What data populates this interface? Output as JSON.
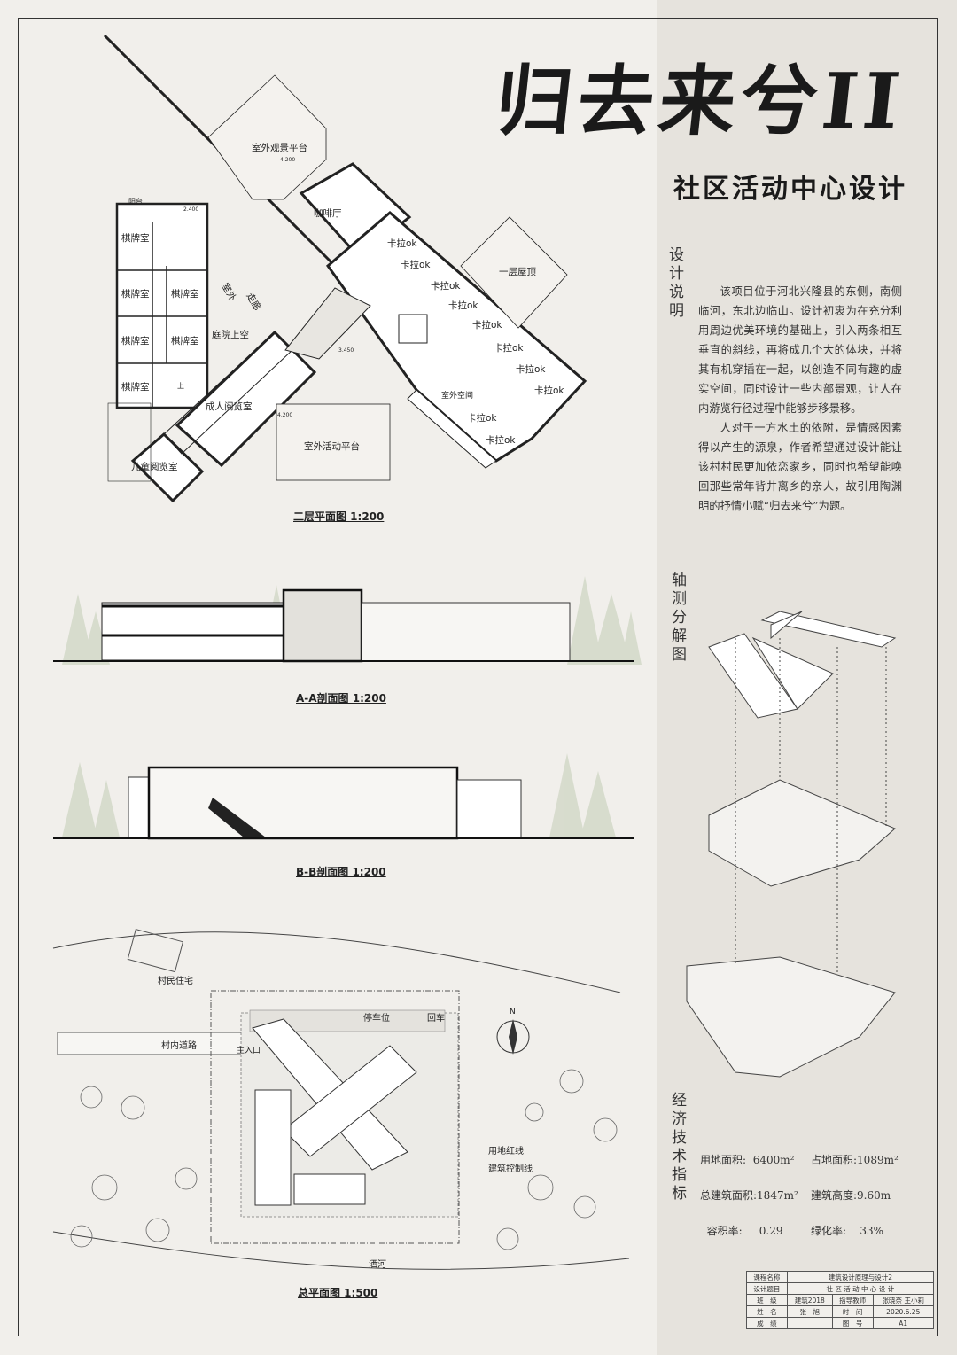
{
  "title": "归去来兮II",
  "subtitle": "社区活动中心设计",
  "headings": {
    "design_notes": "设计说明",
    "axonometric": "轴测分解图",
    "economics": "经济技术指标"
  },
  "design_text": [
    "该项目位于河北兴隆县的东侧，南侧临河，东北边临山。设计初衷为在充分利用周边优美环境的基础上，引入两条相互垂直的斜线，再将成几个大的体块，并将其有机穿插在一起，以创造不同有趣的虚实空间，同时设计一些内部景观，让人在内游览行径过程中能够步移景移。",
    "人对于一方水土的依附，是情感因素得以产生的源泉，作者希望通过设计能让该村村民更加依恋家乡，同时也希望能唤回那些常年背井离乡的亲人，故引用陶渊明的抒情小赋“归去来兮”为题。"
  ],
  "captions": {
    "floor2": "二层平面图 1:200",
    "section_aa": "A-A剖面图 1:200",
    "section_bb": "B-B剖面图 1:200",
    "site": "总平面图 1:500"
  },
  "plan_labels": {
    "viewing": "室外观景平台",
    "cafe": "咖啡厅",
    "roof": "一层屋顶",
    "balcony": "阳台",
    "chess": "棋牌室",
    "corridor_a": "室外",
    "corridor_b": "走廊",
    "courtyard": "庭院上空",
    "adult_reading": "成人阅览室",
    "outdoor_platform": "室外活动平台",
    "kids_reading": "儿童阅览室",
    "karaoke": "卡拉ok",
    "outdoor_space": "室外空间",
    "elev_1": "4.200",
    "elev_2": "2.400",
    "elev_3": "3.450",
    "elev_4": "4.200",
    "up": "上"
  },
  "site_labels": {
    "village_house": "村民住宅",
    "village_road": "村内道路",
    "main_entrance": "主入口",
    "parking": "停车位",
    "turnaround": "回车",
    "red_line": "用地红线",
    "control_line": "建筑控制线",
    "river": "洒河",
    "north": "N"
  },
  "economics": {
    "site_area_label": "用地面积:",
    "site_area": "6400m²",
    "footprint_label": "占地面积:",
    "footprint": "1089m²",
    "gfa_label": "总建筑面积:",
    "gfa": "1847m²",
    "height_label": "建筑高度:",
    "height": "9.60m",
    "far_label": "容积率:",
    "far": "0.29",
    "green_label": "绿化率:",
    "green": "33%"
  },
  "title_block": {
    "r1c1": "课程名称",
    "r1c2": "建筑设计原理与设计2",
    "r2c1": "设计题目",
    "r2c2": "社 区 活 动 中 心 设 计",
    "r3c1": "班　级",
    "r3c2": "建筑2018",
    "r3c3": "指导教师",
    "r3c4": "张晓奈 王小莉",
    "r4c1": "姓　名",
    "r4c2": "张　旭",
    "r4c3": "时　间",
    "r4c4": "2020.6.25",
    "r5c1": "成　绩",
    "r5c2": "",
    "r5c3": "图　号",
    "r5c4": "A1"
  }
}
